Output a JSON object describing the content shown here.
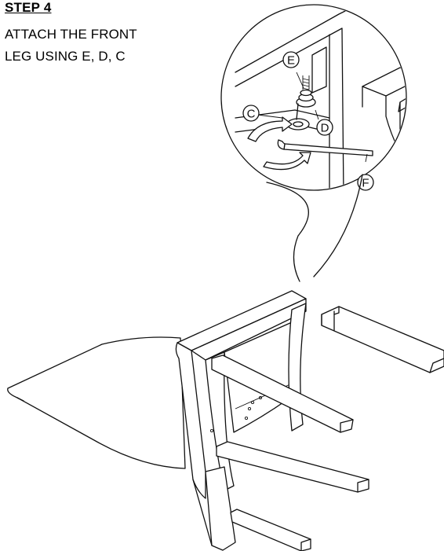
{
  "header": {
    "step": "STEP 4",
    "instruction_line1": "ATTACH THE FRONT",
    "instruction_line2": "LEG USING E, D, C"
  },
  "callouts": {
    "e": "E",
    "c": "C",
    "d": "D",
    "f": "F"
  }
}
